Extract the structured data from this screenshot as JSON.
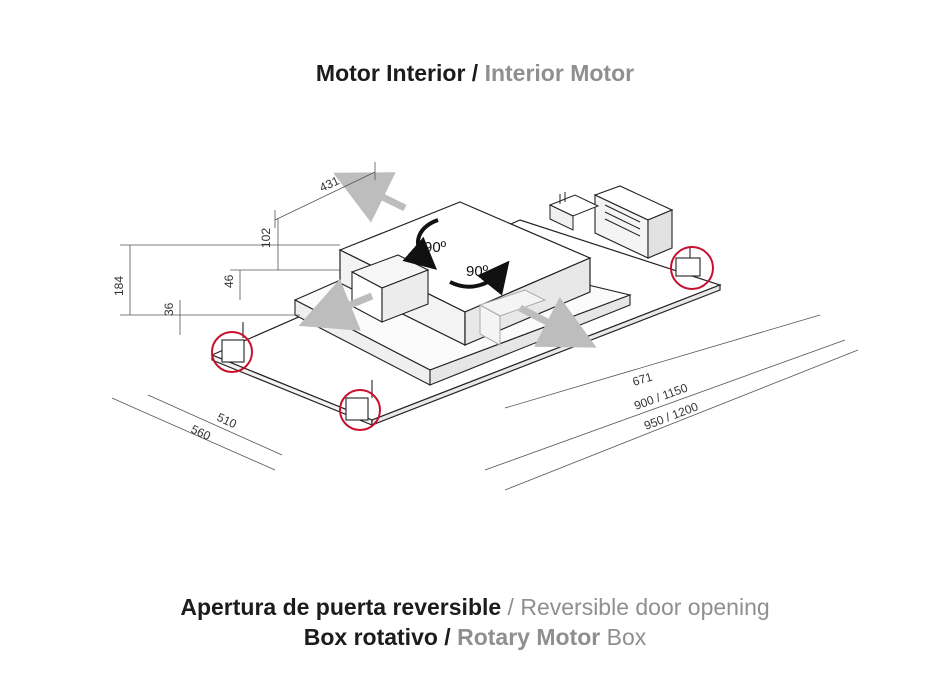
{
  "header": {
    "title_main": "Motor Interior",
    "title_sep": " / ",
    "title_alt": "Interior Motor"
  },
  "captions": {
    "line1_bold": "Apertura de puerta reversible",
    "line1_rest": " / Reversible door opening",
    "line2_bold": "Box rotativo /",
    "line2_gray_bold": "Rotary Motor",
    "line2_rest": " Box"
  },
  "dimensions": {
    "d431": "431",
    "d102": "102",
    "d184": "184",
    "d46": "46",
    "d36": "36",
    "d510": "510",
    "d560": "560",
    "d671": "671",
    "d900": "900 / 1150",
    "d950": "950 / 1200"
  },
  "rotation": {
    "r1": "90º",
    "r2": "90º"
  },
  "colors": {
    "line": "#222222",
    "dim_line": "#555555",
    "arrow_gray": "#bdbdbd",
    "highlight_red": "#c8102e",
    "title_gray": "#8f8f8f"
  }
}
